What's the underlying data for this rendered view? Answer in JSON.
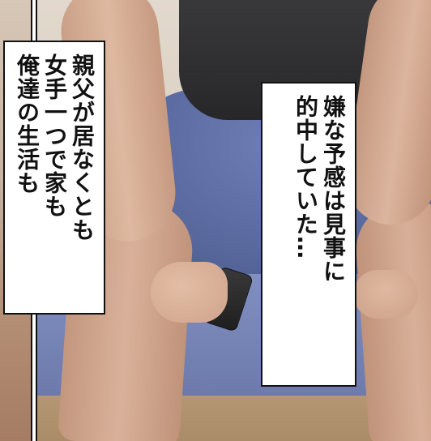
{
  "caption_left": {
    "lines": [
      "親父が居なくとも",
      "女手一つで家も",
      "俺達の生活も"
    ]
  },
  "caption_right": {
    "lines": [
      "嫌な予感は見事に",
      "的中していた…"
    ]
  }
}
